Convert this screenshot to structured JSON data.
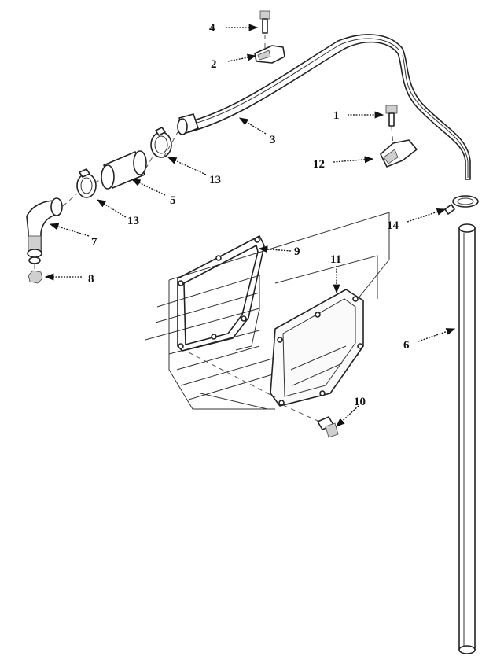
{
  "callouts": {
    "c1": "1",
    "c2": "2",
    "c3": "3",
    "c4": "4",
    "c5": "5",
    "c6": "6",
    "c7": "7",
    "c8": "8",
    "c9": "9",
    "c10": "10",
    "c11": "11",
    "c12": "12",
    "c13a": "13",
    "c13b": "13",
    "c14": "14"
  }
}
